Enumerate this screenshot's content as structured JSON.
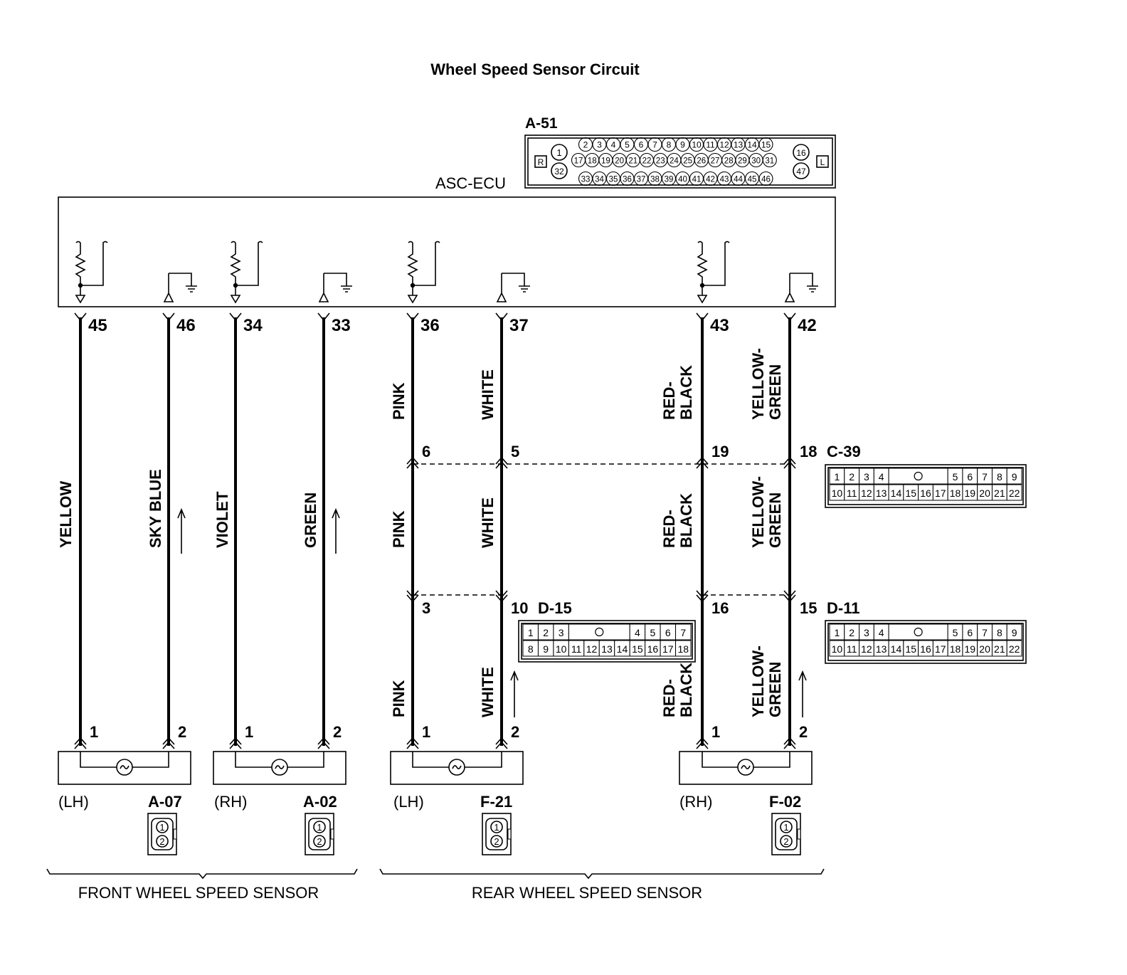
{
  "title": "Wheel Speed Sensor Circuit",
  "ecu": {
    "name": "ASC-ECU",
    "connector_id": "A-51",
    "side_left": "R",
    "side_right": "L",
    "pins_top": [
      "2",
      "3",
      "4",
      "5",
      "6",
      "7",
      "8",
      "9",
      "10",
      "11",
      "12",
      "13",
      "14",
      "15"
    ],
    "pins_mid": [
      "17",
      "18",
      "19",
      "20",
      "21",
      "22",
      "23",
      "24",
      "25",
      "26",
      "27",
      "28",
      "29",
      "30",
      "31"
    ],
    "pins_bottom": [
      "33",
      "34",
      "35",
      "36",
      "37",
      "38",
      "39",
      "40",
      "41",
      "42",
      "43",
      "44",
      "45",
      "46"
    ],
    "pin_1": "1",
    "pin_32": "32",
    "pin_16": "16",
    "pin_47": "47"
  },
  "wires": [
    {
      "ecu_pin": "45",
      "labels": [
        "YELLOW"
      ],
      "sensor_pin": "1"
    },
    {
      "ecu_pin": "46",
      "labels": [
        "SKY BLUE"
      ],
      "sensor_pin": "2"
    },
    {
      "ecu_pin": "34",
      "labels": [
        "VIOLET"
      ],
      "sensor_pin": "1"
    },
    {
      "ecu_pin": "33",
      "labels": [
        "GREEN"
      ],
      "sensor_pin": "2"
    },
    {
      "ecu_pin": "36",
      "labels": [
        "PINK",
        "PINK",
        "PINK"
      ],
      "sensor_pin": "1",
      "pin_c39": "6",
      "pin_mid": "3"
    },
    {
      "ecu_pin": "37",
      "labels": [
        "WHITE",
        "WHITE",
        "WHITE"
      ],
      "sensor_pin": "2",
      "pin_c39": "5",
      "pin_mid": "10"
    },
    {
      "ecu_pin": "43",
      "labels": [
        "RED-",
        "BLACK"
      ],
      "sensor_pin": "1",
      "pin_c39": "19",
      "pin_mid": "16"
    },
    {
      "ecu_pin": "42",
      "labels": [
        "YELLOW-",
        "GREEN"
      ],
      "sensor_pin": "2",
      "pin_c39": "18",
      "pin_mid": "15"
    }
  ],
  "connectors": {
    "c39": {
      "id": "C-39",
      "row1": [
        "1",
        "2",
        "3",
        "4",
        "5",
        "6",
        "7",
        "8",
        "9"
      ],
      "row2": [
        "10",
        "11",
        "12",
        "13",
        "14",
        "15",
        "16",
        "17",
        "18",
        "19",
        "20",
        "21",
        "22"
      ]
    },
    "d15": {
      "id": "D-15",
      "row1": [
        "1",
        "2",
        "3",
        "4",
        "5",
        "6",
        "7"
      ],
      "row2": [
        "8",
        "9",
        "10",
        "11",
        "12",
        "13",
        "14",
        "15",
        "16",
        "17",
        "18"
      ]
    },
    "d11": {
      "id": "D-11",
      "row1": [
        "1",
        "2",
        "3",
        "4",
        "5",
        "6",
        "7",
        "8",
        "9"
      ],
      "row2": [
        "10",
        "11",
        "12",
        "13",
        "14",
        "15",
        "16",
        "17",
        "18",
        "19",
        "20",
        "21",
        "22"
      ]
    }
  },
  "sensors": [
    {
      "side": "(LH)",
      "connector": "A-07"
    },
    {
      "side": "(RH)",
      "connector": "A-02"
    },
    {
      "side": "(LH)",
      "connector": "F-21"
    },
    {
      "side": "(RH)",
      "connector": "F-02"
    }
  ],
  "sensor_pin_1": "1",
  "sensor_pin_2": "2",
  "group_labels": {
    "front": "FRONT WHEEL SPEED SENSOR",
    "rear": "REAR WHEEL SPEED SENSOR"
  }
}
